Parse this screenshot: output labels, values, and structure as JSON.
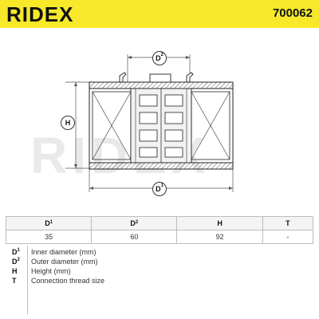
{
  "header": {
    "brand": "RIDEX",
    "part_number": "700062",
    "background_color": "#f7e92a"
  },
  "watermark": "RIDEX",
  "dimension_labels": {
    "d1": {
      "base": "D",
      "index": "1"
    },
    "d2": {
      "base": "D",
      "index": "2"
    },
    "h": {
      "base": "H",
      "index": ""
    }
  },
  "table": {
    "headers": [
      {
        "base": "D",
        "index": "1"
      },
      {
        "base": "D",
        "index": "2"
      },
      {
        "base": "H",
        "index": ""
      },
      {
        "base": "T",
        "index": ""
      }
    ],
    "values": [
      "35",
      "60",
      "92",
      "-"
    ]
  },
  "legend": [
    {
      "base": "D",
      "index": "1",
      "text": "Inner diameter (mm)"
    },
    {
      "base": "D",
      "index": "2",
      "text": "Outer diameter (mm)"
    },
    {
      "base": "H",
      "index": "",
      "text": "Height (mm)"
    },
    {
      "base": "T",
      "index": "",
      "text": "Connection thread size"
    }
  ]
}
